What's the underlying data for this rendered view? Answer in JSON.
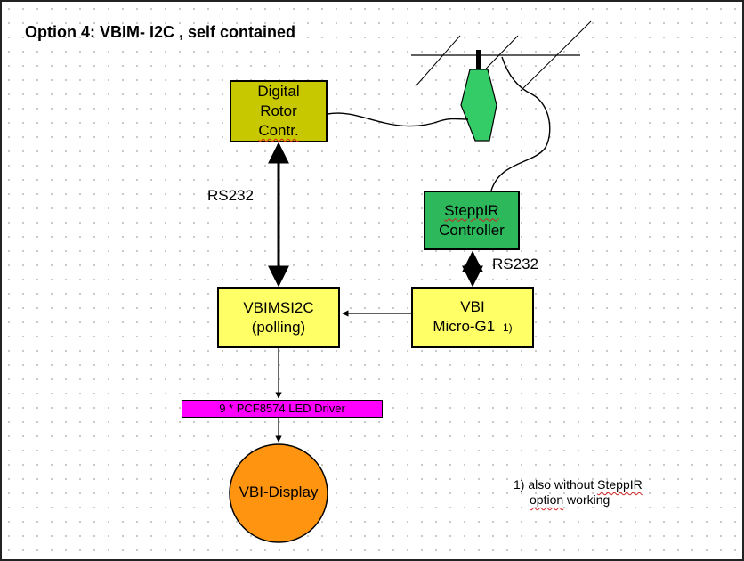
{
  "title": "Option 4: VBIM- I2C , self contained",
  "rotor": {
    "line1": "Digital",
    "line2": "Rotor",
    "line3": "Contr.",
    "color": "#c8c800"
  },
  "steppir": {
    "line1": "SteppIR",
    "line2": "Controller",
    "color": "#2eb85c"
  },
  "vbimsi2c": {
    "line1": "VBIMSI2C",
    "line2": "(polling)",
    "color": "#ffff66"
  },
  "vbi": {
    "line1": "VBI",
    "line2": "Micro-G1",
    "footnote_mark": "1)",
    "color": "#ffff66"
  },
  "led_driver": {
    "label": "9 * PCF8574 LED Driver",
    "color": "#ff00ff"
  },
  "display": {
    "label": "VBI-Display",
    "color": "#ff9410"
  },
  "links": {
    "rs232_left": "RS232",
    "rs232_right": "RS232"
  },
  "antenna": {
    "element_color": "#33cc66"
  },
  "footnote": {
    "prefix": "1) also without",
    "steppir_word": "SteppIR",
    "line2_word": "option",
    "line2_rest": "working"
  }
}
